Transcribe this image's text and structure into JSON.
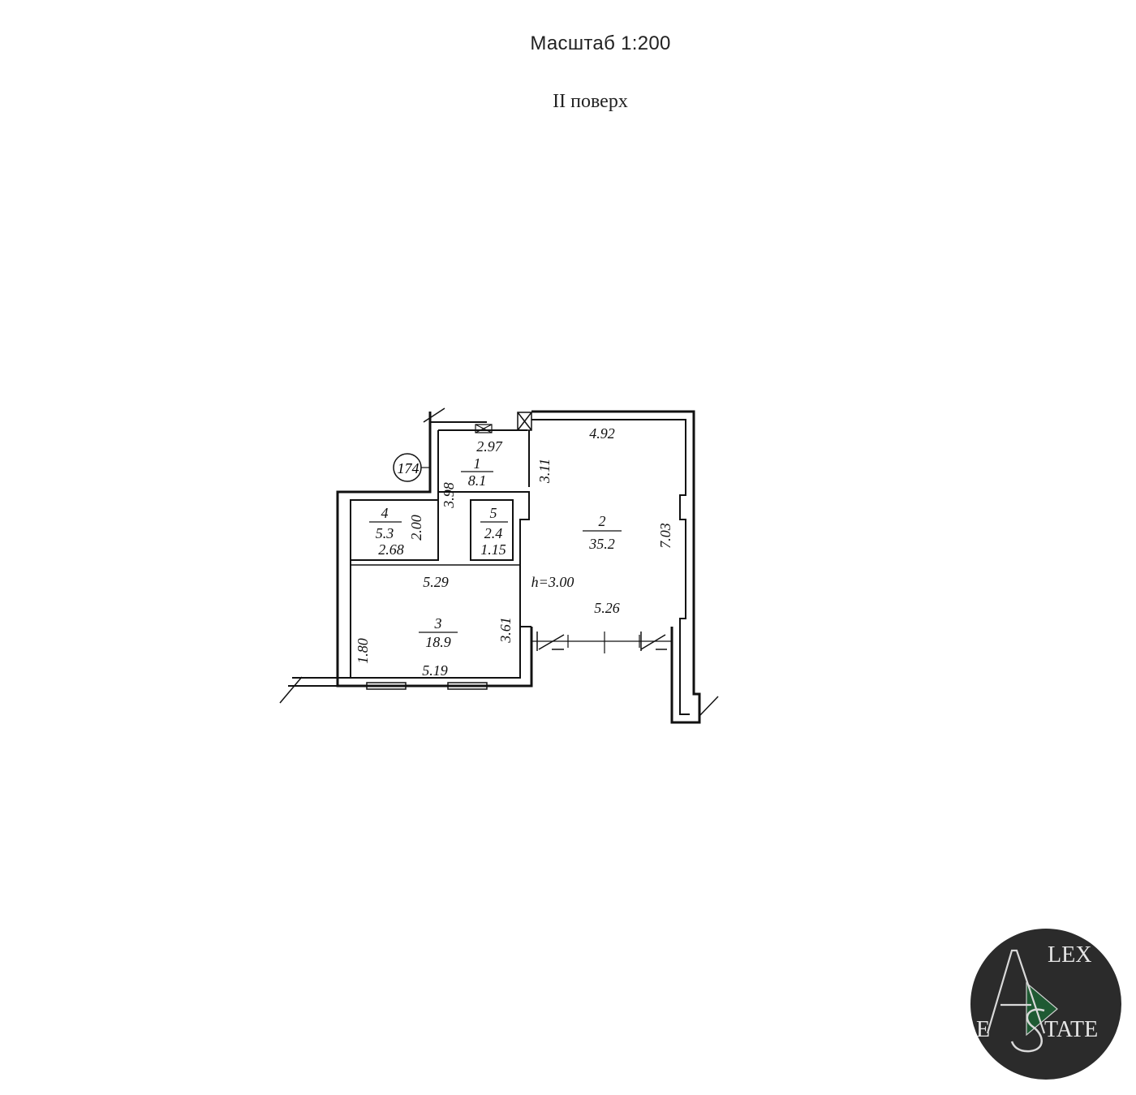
{
  "header": {
    "scale": "Масштаб 1:200",
    "floor": "II поверх"
  },
  "plan": {
    "building_number": "174",
    "ceiling_height": "h=3.00",
    "rooms": [
      {
        "number": "1",
        "area": "8.1"
      },
      {
        "number": "2",
        "area": "35.2"
      },
      {
        "number": "3",
        "area": "18.9"
      },
      {
        "number": "4",
        "area": "5.3"
      },
      {
        "number": "5",
        "area": "2.4"
      }
    ],
    "dimensions": {
      "d_2_97": "2.97",
      "d_3_11": "3.11",
      "d_4_92": "4.92",
      "d_3_98": "3.98",
      "d_2_00": "2.00",
      "d_2_68": "2.68",
      "d_1_15": "1.15",
      "d_7_03": "7.03",
      "d_5_29": "5.29",
      "d_5_26": "5.26",
      "d_3_61": "3.61",
      "d_1_80": "1.80",
      "d_5_19": "5.19"
    }
  },
  "logo": {
    "line1": "LEX",
    "line2": "E",
    "line3": "TATE",
    "background": "#2b2b2b",
    "accent": "#1f5a33"
  }
}
